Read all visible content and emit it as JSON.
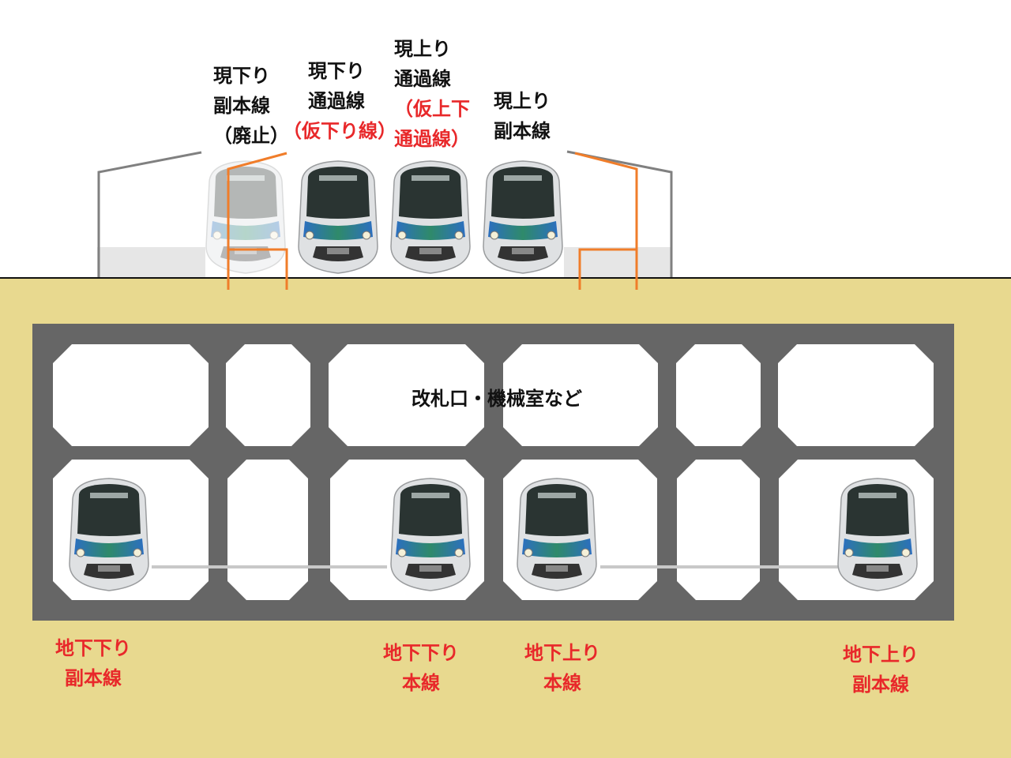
{
  "colors": {
    "ground": "#e8d98f",
    "concrete": "#666666",
    "opening": "#ffffff",
    "surface_line": "#111111",
    "temporary_structure": "#f07d2a",
    "station_roof": "#808080",
    "platform": "#e6e6e6",
    "label_black": "#111111",
    "label_red": "#e8282a",
    "train_body": "#dfe1e3",
    "train_window": "#2a3432",
    "train_band": "#2f7fc2"
  },
  "surface_tracks": [
    {
      "id": "down-local",
      "lines": [
        "現下り",
        "副本線",
        "（廃止）"
      ],
      "status": "abolished",
      "icon": "train-front-faded"
    },
    {
      "id": "down-express",
      "lines": [
        "現下り",
        "通過線"
      ],
      "temporary_lines": [
        "（仮下り線）"
      ],
      "icon": "train-front"
    },
    {
      "id": "up-express",
      "lines": [
        "現上り",
        "通過線"
      ],
      "temporary_lines": [
        "（仮上下",
        "通過線）"
      ],
      "icon": "train-front"
    },
    {
      "id": "up-local",
      "lines": [
        "現上り",
        "副本線"
      ],
      "icon": "train-front"
    }
  ],
  "underground": {
    "upper_level_label": "改札口・機械室など",
    "tracks": [
      {
        "id": "ug-down-local",
        "lines": [
          "地下下り",
          "副本線"
        ],
        "icon": "train-front"
      },
      {
        "id": "ug-down-main",
        "lines": [
          "地下下り",
          "本線"
        ],
        "icon": "train-front"
      },
      {
        "id": "ug-up-main",
        "lines": [
          "地下上り",
          "本線"
        ],
        "icon": "train-front"
      },
      {
        "id": "ug-up-local",
        "lines": [
          "地下上り",
          "副本線"
        ],
        "icon": "train-front"
      }
    ]
  }
}
